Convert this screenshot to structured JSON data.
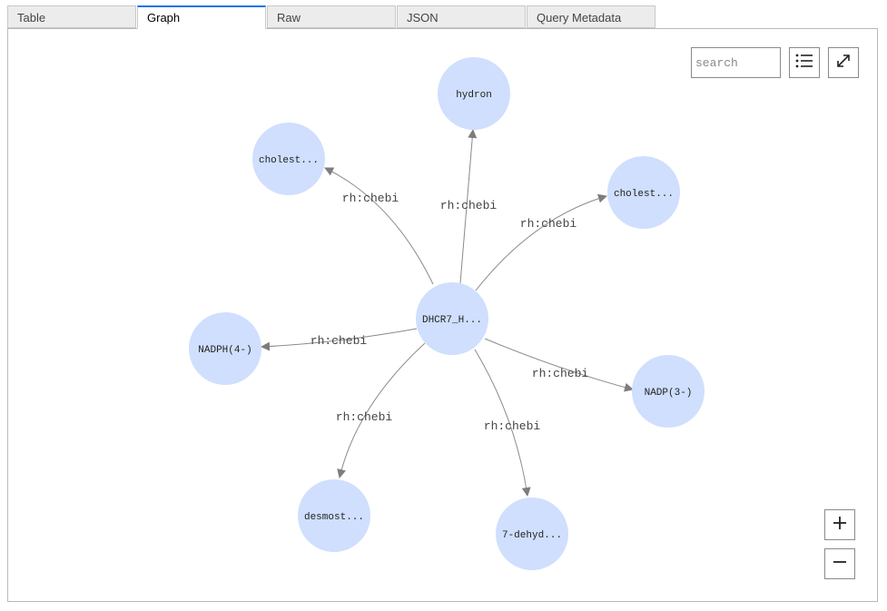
{
  "tabs": [
    {
      "label": "Table"
    },
    {
      "label": "Graph"
    },
    {
      "label": "Raw"
    },
    {
      "label": "JSON"
    },
    {
      "label": "Query Metadata"
    }
  ],
  "active_tab": "Graph",
  "search": {
    "placeholder": "search",
    "value": ""
  },
  "toolbar": {
    "list_icon": "list-icon",
    "fullscreen_icon": "expand-icon",
    "zoom_in_icon": "plus-icon",
    "zoom_out_icon": "minus-icon"
  },
  "graph": {
    "edge_label": "rh:chebi",
    "center": {
      "label": "DHCR7_H..."
    },
    "nodes": [
      {
        "label": "hydron"
      },
      {
        "label": "cholest..."
      },
      {
        "label": "cholest..."
      },
      {
        "label": "NADPH(4-)"
      },
      {
        "label": "NADP(3-)"
      },
      {
        "label": "desmost..."
      },
      {
        "label": "7-dehyd..."
      }
    ],
    "colors": {
      "node_fill": "#cfdffd",
      "edge": "#8a8a8a"
    }
  }
}
